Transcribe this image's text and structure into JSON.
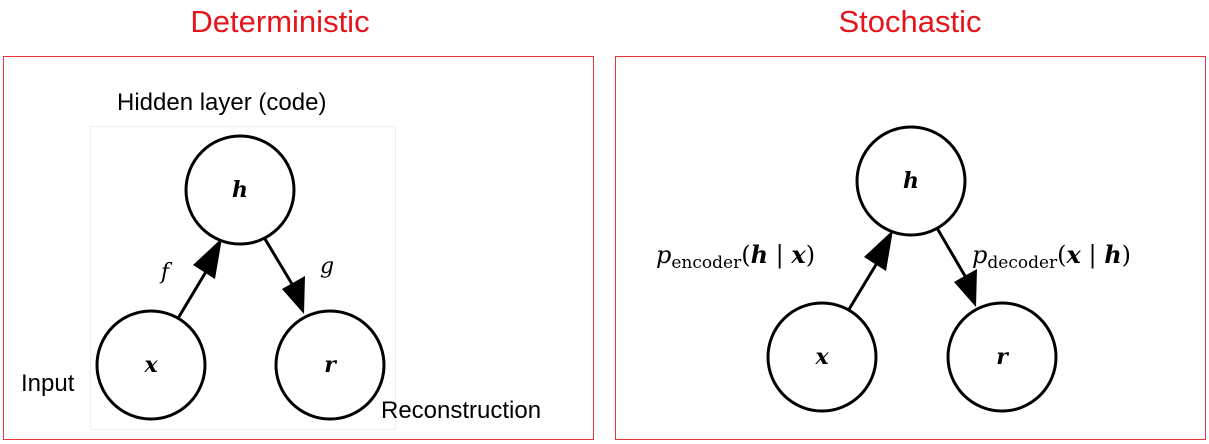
{
  "deterministic": {
    "title": "Deterministic",
    "hidden_label": "Hidden layer (code)",
    "input_label": "Input",
    "reconstruction_label": "Reconstruction",
    "nodes": {
      "h": "h",
      "x": "x",
      "r": "r"
    },
    "edges": {
      "encoder": "f",
      "decoder": "g"
    }
  },
  "stochastic": {
    "title": "Stochastic",
    "nodes": {
      "h": "h",
      "x": "x",
      "r": "r"
    },
    "encoder": {
      "p": "p",
      "sub": "encoder",
      "open": "(",
      "arg1": "h",
      "bar": " | ",
      "arg2": "x",
      "close": ")"
    },
    "decoder": {
      "p": "p",
      "sub": "decoder",
      "open": "(",
      "arg1": "x",
      "bar": " | ",
      "arg2": "h",
      "close": ")"
    }
  },
  "colors": {
    "title": "#e8141b",
    "panel_border": "#e8343a",
    "ink": "#000000"
  }
}
